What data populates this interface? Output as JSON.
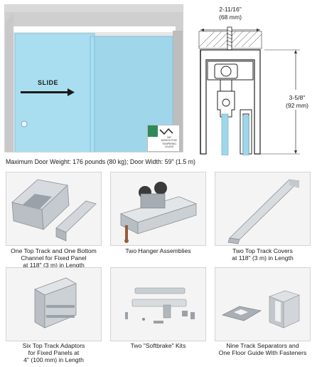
{
  "hero": {
    "slide_label": "SLIDE",
    "badge_text": [
      "3/8\"",
      "MONOLITHIC",
      "TEMPERED",
      "GLASS"
    ]
  },
  "diagram": {
    "width_imperial": "2-11/16\"",
    "width_metric": "(68 mm)",
    "height_imperial": "3-5/8\"",
    "height_metric": "(92 mm)"
  },
  "spec_line": "Maximum Door Weight: 176 pounds (80 kg); Door Width: 59\" (1.5 m)",
  "components": [
    {
      "caption_lines": [
        "One Top Track and One Bottom",
        "Channel for Fixed Panel",
        "at 118\" (3 m) in Length"
      ]
    },
    {
      "caption_lines": [
        "Two Hanger Assemblies"
      ]
    },
    {
      "caption_lines": [
        "Two Top Track Covers",
        "at 118\" (3 m) in Length"
      ]
    },
    {
      "caption_lines": [
        "Six Top Track Adaptors",
        "for Fixed Panels at",
        "4\" (100 mm) in Length"
      ]
    },
    {
      "caption_lines": [
        "Two \"Softbrake\" Kits"
      ]
    },
    {
      "caption_lines": [
        "Nine Track Separators and",
        "One Floor Guide With Fasteners"
      ]
    }
  ],
  "colors": {
    "glass": "#9fd6ea",
    "aluminum": "#c8cdd2",
    "badge_green": "#2e8b57"
  }
}
